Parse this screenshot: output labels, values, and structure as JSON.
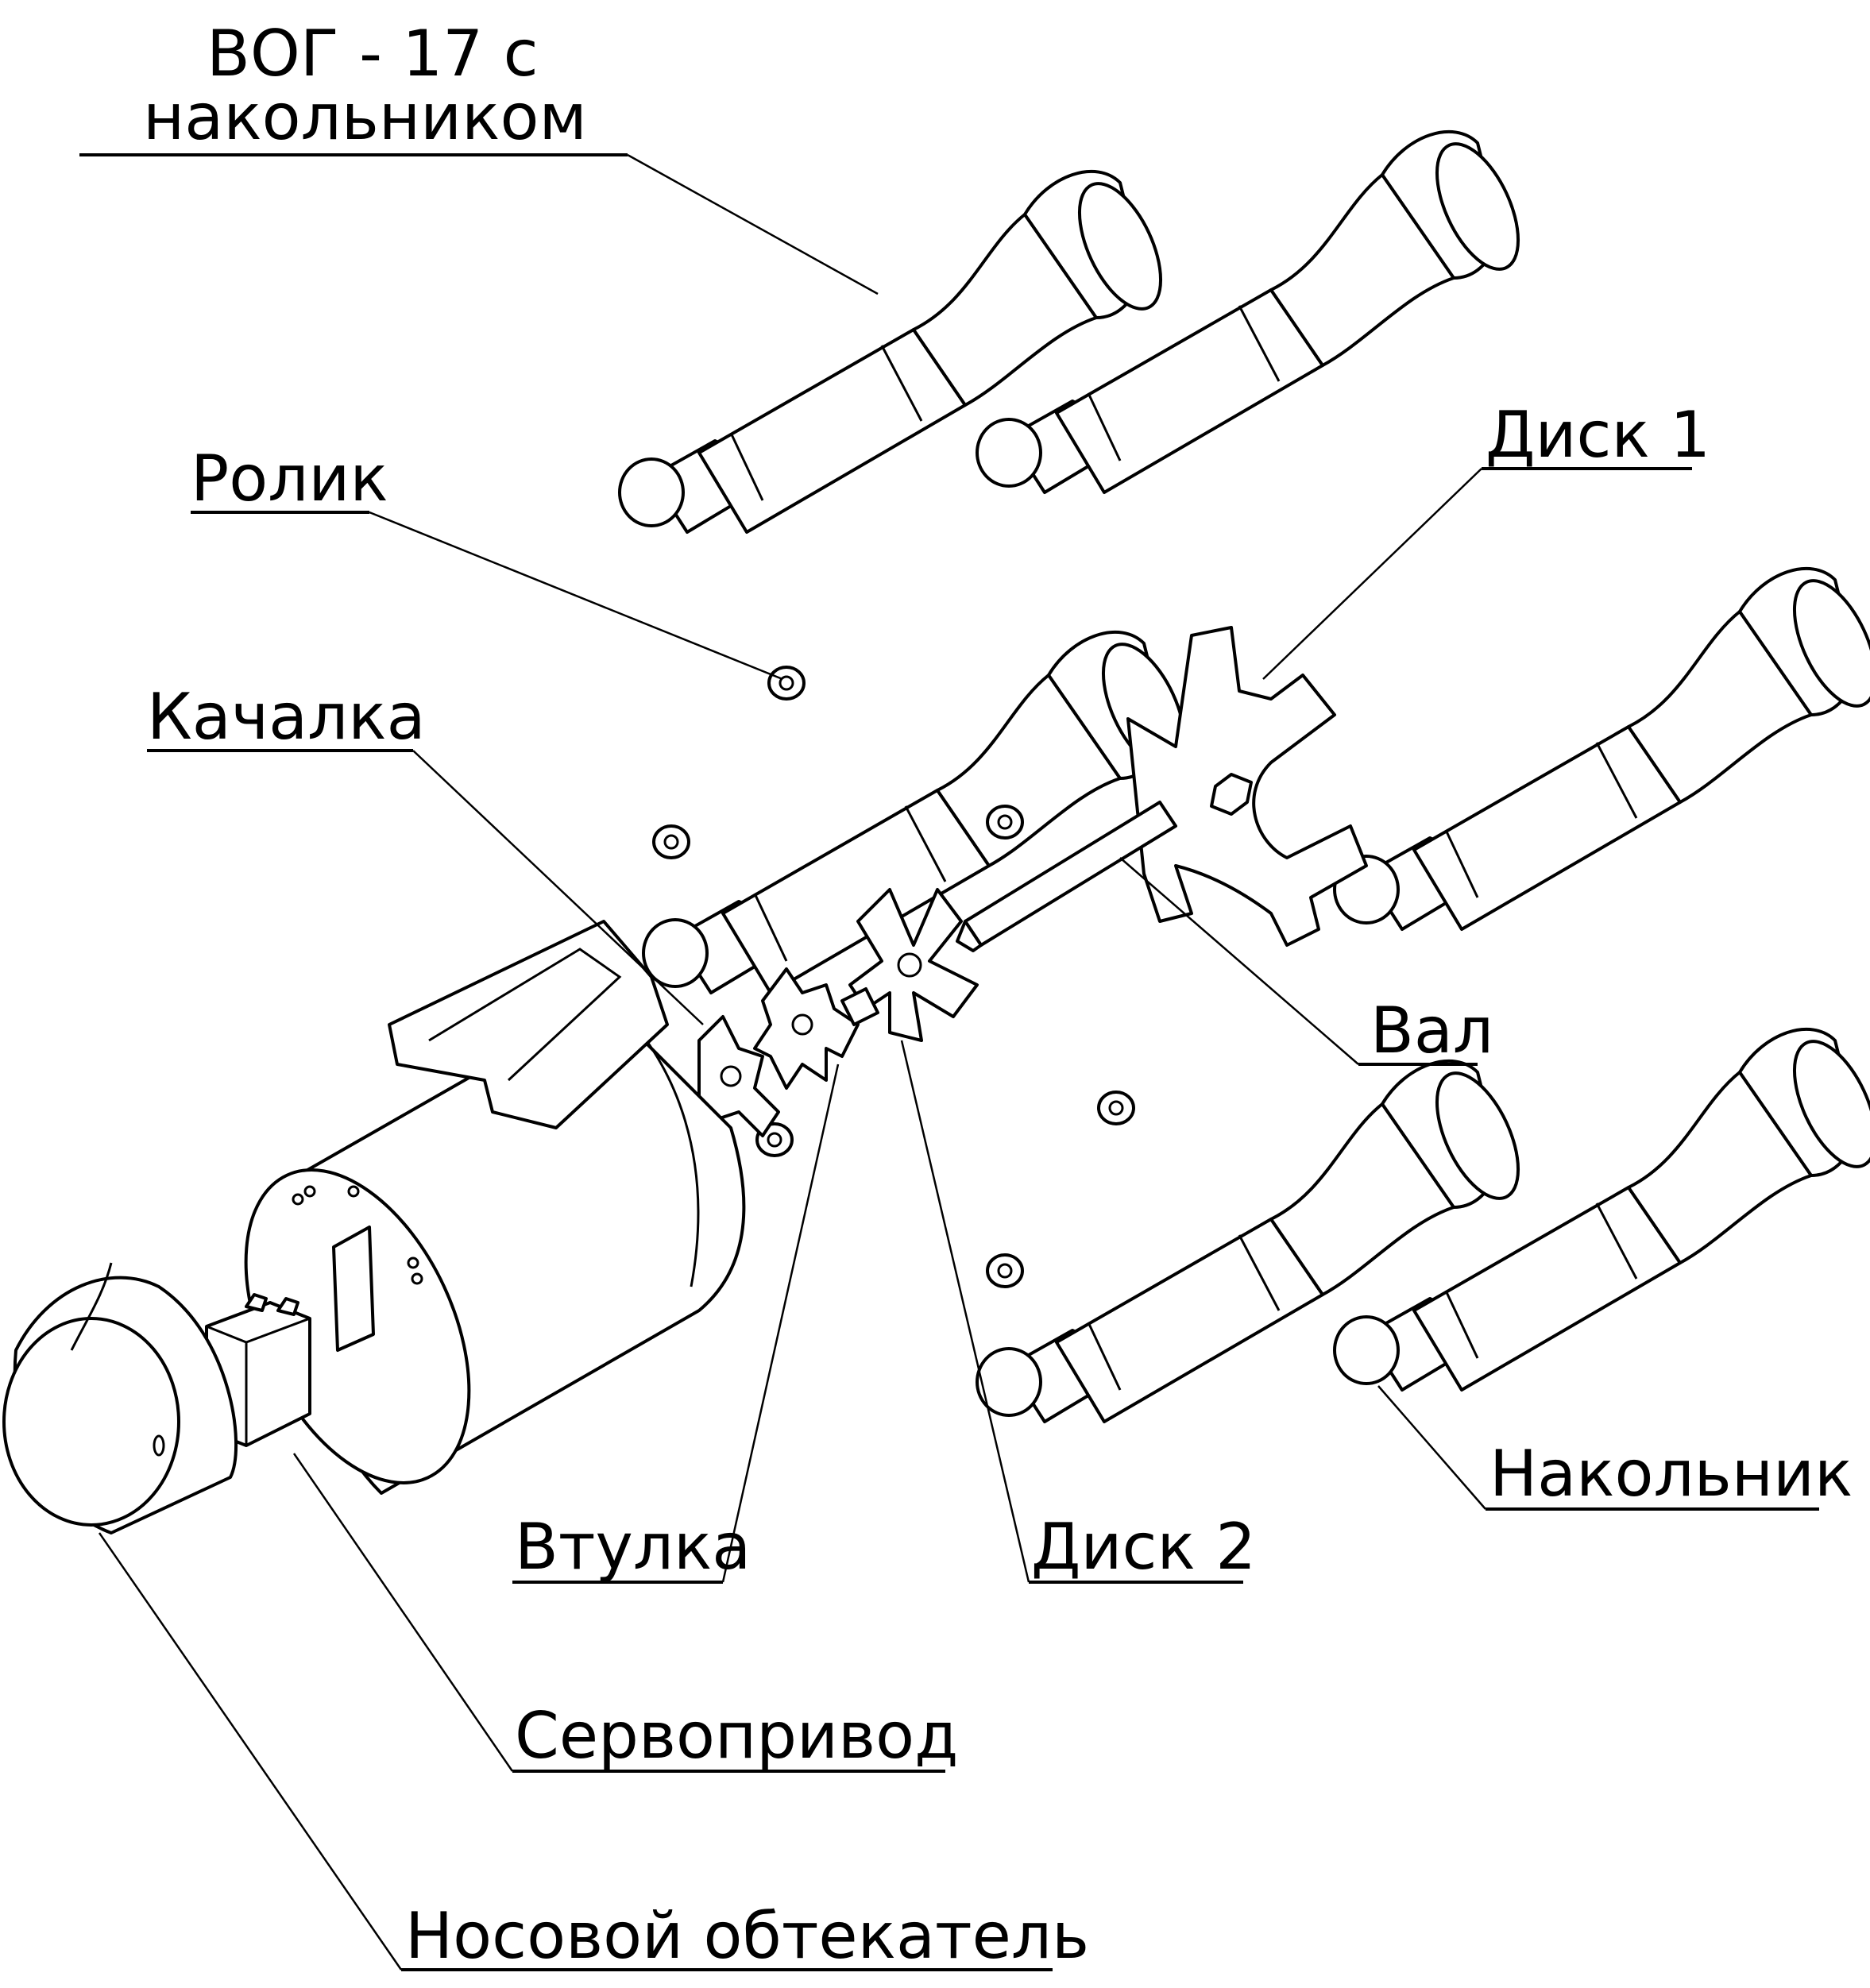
{
  "title": "Exploded assembly view",
  "line_color": "#000000",
  "background_color": "#ffffff",
  "labels": {
    "vog": [
      "ВОГ - 17 с",
      "накольником"
    ],
    "rolik": "Ролик",
    "kachalka": "Качалка",
    "disk1": "Диск 1",
    "val": "Вал",
    "vtulka": "Втулка",
    "disk2": "Диск 2",
    "servo": "Сервопривод",
    "nakolnik": "Накольник",
    "nose": "Носовой обтекатель"
  }
}
